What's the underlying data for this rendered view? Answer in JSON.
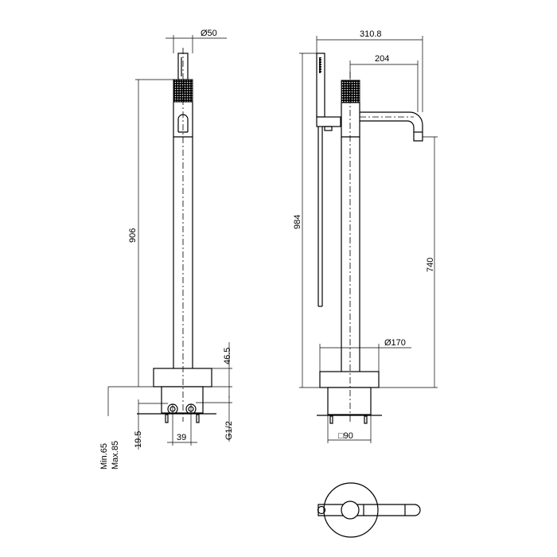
{
  "drawing": {
    "front_view": {
      "dims": {
        "diameter_top": "Ø50",
        "height_total": "906",
        "base_height": "46.5",
        "min_depth": "Min.65",
        "max_depth": "Max.85",
        "inlet_height": "19.5",
        "inlet_spacing": "39",
        "thread": "G1/2"
      }
    },
    "side_view": {
      "dims": {
        "width_total": "310.8",
        "spout_reach": "204",
        "height_total": "984",
        "spout_height": "740",
        "base_diameter": "Ø170",
        "body_square": "□90"
      }
    }
  }
}
